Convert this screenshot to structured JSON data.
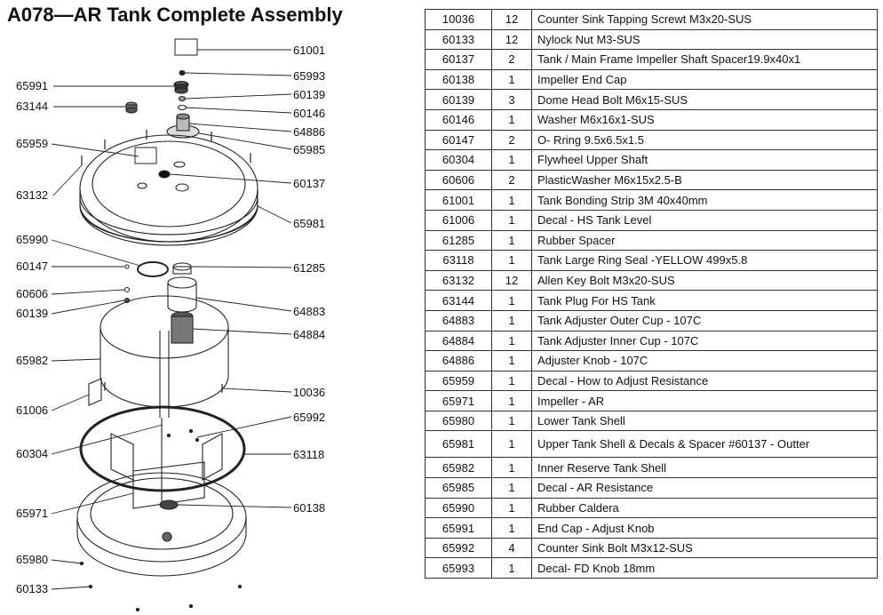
{
  "title": "A078—AR Tank Complete Assembly",
  "callouts": {
    "c61001": "61001",
    "c65993": "65993",
    "c65991": "65991",
    "c60139a": "60139",
    "c63144": "63144",
    "c60146": "60146",
    "c64886": "64886",
    "c65959": "65959",
    "c65985": "65985",
    "c60137": "60137",
    "c63132": "63132",
    "c65981": "65981",
    "c65990": "65990",
    "c61285": "61285",
    "c60147": "60147",
    "c60606": "60606",
    "c60139b": "60139",
    "c64883": "64883",
    "c64884": "64884",
    "c65982": "65982",
    "c10036": "10036",
    "c61006": "61006",
    "c65992": "65992",
    "c60304": "60304",
    "c63118": "63118",
    "c65971": "65971",
    "c60138": "60138",
    "c65980": "65980",
    "c60133": "60133"
  },
  "parts": [
    {
      "part": "10036",
      "qty": "12",
      "desc": "Counter Sink Tapping Screwt M3x20-SUS"
    },
    {
      "part": "60133",
      "qty": "12",
      "desc": "Nylock Nut M3-SUS"
    },
    {
      "part": "60137",
      "qty": "2",
      "desc": "Tank / Main Frame Impeller Shaft Spacer19.9x40x1"
    },
    {
      "part": "60138",
      "qty": "1",
      "desc": "Impeller End Cap"
    },
    {
      "part": "60139",
      "qty": "3",
      "desc": "Dome Head Bolt  M6x15-SUS"
    },
    {
      "part": "60146",
      "qty": "1",
      "desc": "Washer M6x16x1-SUS"
    },
    {
      "part": "60147",
      "qty": "2",
      "desc": "O- Rring  9.5x6.5x1.5"
    },
    {
      "part": "60304",
      "qty": "1",
      "desc": "Flywheel Upper Shaft"
    },
    {
      "part": "60606",
      "qty": "2",
      "desc": "PlasticWasher M6x15x2.5-B"
    },
    {
      "part": "61001",
      "qty": "1",
      "desc": "Tank Bonding Strip 3M  40x40mm"
    },
    {
      "part": "61006",
      "qty": "1",
      "desc": "Decal - HS Tank  Level"
    },
    {
      "part": "61285",
      "qty": "1",
      "desc": "Rubber Spacer"
    },
    {
      "part": "63118",
      "qty": "1",
      "desc": "Tank Large Ring Seal -YELLOW 499x5.8"
    },
    {
      "part": "63132",
      "qty": "12",
      "desc": "Allen Key  Bolt M3x20-SUS"
    },
    {
      "part": "63144",
      "qty": "1",
      "desc": "Tank Plug For HS Tank"
    },
    {
      "part": "64883",
      "qty": "1",
      "desc": "Tank Adjuster Outer Cup - 107C"
    },
    {
      "part": "64884",
      "qty": "1",
      "desc": "Tank Adjuster Inner Cup - 107C"
    },
    {
      "part": "64886",
      "qty": "1",
      "desc": "Adjuster Knob - 107C"
    },
    {
      "part": "65959",
      "qty": "1",
      "desc": "Decal - How to Adjust Resistance"
    },
    {
      "part": "65971",
      "qty": "1",
      "desc": "Impeller - AR"
    },
    {
      "part": "65980",
      "qty": "1",
      "desc": "Lower Tank Shell"
    },
    {
      "part": "65981",
      "qty": "1",
      "desc": "Upper Tank Shell & Decals  & Spacer #60137 - Outter"
    },
    {
      "part": "65982",
      "qty": "1",
      "desc": "Inner  Reserve Tank Shell"
    },
    {
      "part": "65985",
      "qty": "1",
      "desc": "Decal - AR Resistance"
    },
    {
      "part": "65990",
      "qty": "1",
      "desc": "Rubber Caldera"
    },
    {
      "part": "65991",
      "qty": "1",
      "desc": "End Cap - Adjust Knob"
    },
    {
      "part": "65992",
      "qty": "4",
      "desc": "Counter Sink Bolt M3x12-SUS"
    },
    {
      "part": "65993",
      "qty": "1",
      "desc": "Decal- FD Knob 18mm"
    }
  ]
}
